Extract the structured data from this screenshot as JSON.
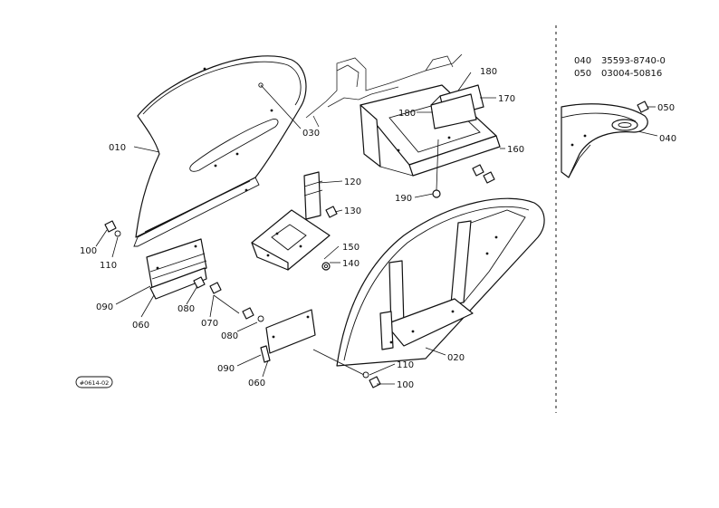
{
  "diagram": {
    "callouts": {
      "c010": "010",
      "c020": "020",
      "c030": "030",
      "c040": "040",
      "c050": "050",
      "c060a": "060",
      "c060b": "060",
      "c070": "070",
      "c080a": "080",
      "c080b": "080",
      "c090a": "090",
      "c090b": "090",
      "c100a": "100",
      "c100b": "100",
      "c110a": "110",
      "c110b": "110",
      "c120": "120",
      "c130": "130",
      "c140": "140",
      "c150": "150",
      "c160": "160",
      "c170": "170",
      "c180a": "180",
      "c180b": "180",
      "c190": "190"
    },
    "figure_id": "#0614-02"
  },
  "parts_table": [
    {
      "ref": "040",
      "part_no": "35593-8740-0"
    },
    {
      "ref": "050",
      "part_no": "03004-50816"
    }
  ]
}
